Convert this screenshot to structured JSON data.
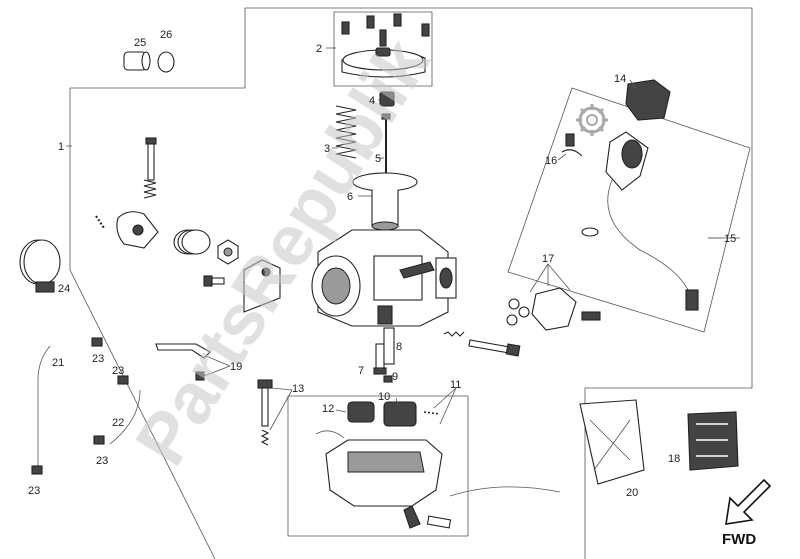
{
  "watermark": "PartsRepublik",
  "direction_label": "FWD",
  "callouts": {
    "c1": "1",
    "c2": "2",
    "c3": "3",
    "c4": "4",
    "c5": "5",
    "c6": "6",
    "c7": "7",
    "c8": "8",
    "c9": "9",
    "c10": "10",
    "c11": "11",
    "c12": "12",
    "c13": "13",
    "c14": "14",
    "c15": "15",
    "c16": "16",
    "c17": "17",
    "c18": "18",
    "c19": "19",
    "c20": "20",
    "c21": "21",
    "c22": "22",
    "c23a": "23",
    "c23b": "23",
    "c23c": "23",
    "c23d": "23",
    "c24": "24",
    "c25": "25",
    "c26": "26"
  },
  "colors": {
    "line": "#555555",
    "part_fill": "#444444",
    "watermark": "#c8c8c8"
  },
  "icons": {
    "direction": "fwd-arrow-icon",
    "gear": "gear-icon"
  }
}
